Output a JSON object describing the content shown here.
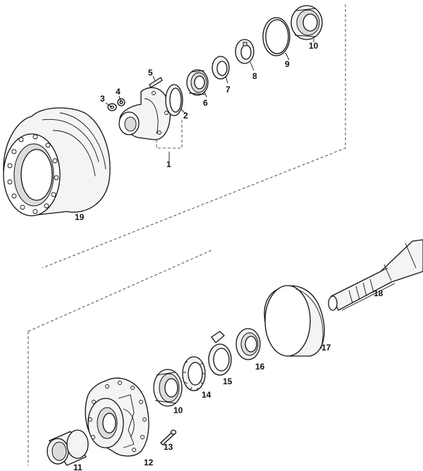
{
  "callouts": [
    {
      "id": "c1",
      "text": "1"
    },
    {
      "id": "c2",
      "text": "2"
    },
    {
      "id": "c3",
      "text": "3"
    },
    {
      "id": "c4",
      "text": "4"
    },
    {
      "id": "c5",
      "text": "5"
    },
    {
      "id": "c6",
      "text": "6"
    },
    {
      "id": "c7",
      "text": "7"
    },
    {
      "id": "c8",
      "text": "8"
    },
    {
      "id": "c9",
      "text": "9"
    },
    {
      "id": "c10a",
      "text": "10"
    },
    {
      "id": "c19",
      "text": "19"
    },
    {
      "id": "c18",
      "text": "18"
    },
    {
      "id": "c17",
      "text": "17"
    },
    {
      "id": "c16",
      "text": "16"
    },
    {
      "id": "c15",
      "text": "15"
    },
    {
      "id": "c14",
      "text": "14"
    },
    {
      "id": "c10b",
      "text": "10"
    },
    {
      "id": "c13",
      "text": "13"
    },
    {
      "id": "c12",
      "text": "12"
    },
    {
      "id": "c11",
      "text": "11"
    }
  ]
}
